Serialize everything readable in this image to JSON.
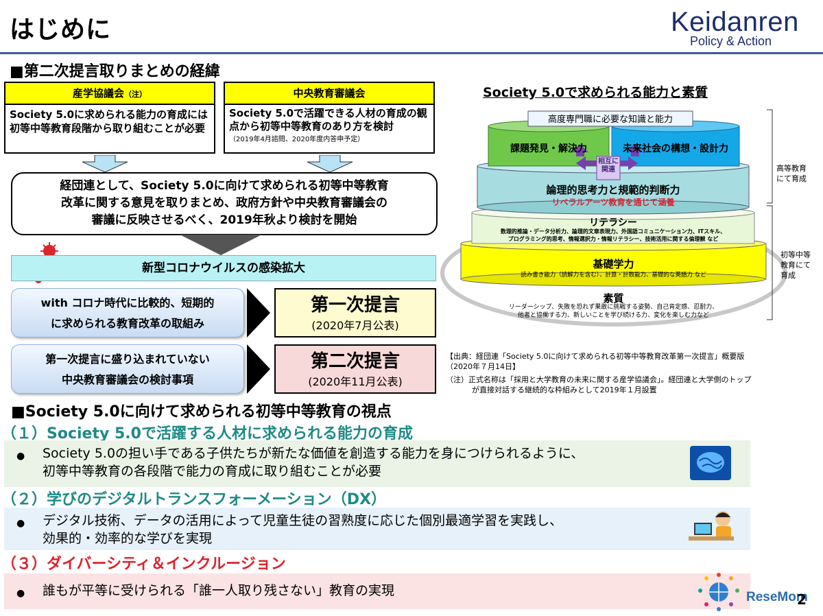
{
  "header": {
    "title": "はじめに",
    "logo_main": "Keidanren",
    "logo_sub": "Policy & Action"
  },
  "section1": {
    "heading": "■第二次提言取りまとめの経緯",
    "box_left": {
      "head": "産学協議会",
      "head_note": "（注）",
      "body": "Society 5.0に求められる能力の育成には初等中等教育段階から取り組むことが必要"
    },
    "box_right": {
      "head": "中央教育審議会",
      "body": "Society 5.0で活躍できる人材の育成の観点から初等中等教育のあり方を検討",
      "note": "（2019年4月諮問、2020年度内答申予定）"
    },
    "main_box": {
      "line1": "経団連として、Society 5.0に向けて求められる初等中等教育",
      "line2": "改革に関する意見を取りまとめ、政府方針や中央教育審議会の",
      "line3": "審議に反映させるべく、2019年秋より検討を開始"
    },
    "corona": "新型コロナウイルスの感染拡大",
    "row1": {
      "left_l1": "with コロナ時代に比較的、短期的",
      "left_l2": "に求められる教育改革の取組み",
      "right_main": "第一次提言",
      "right_sub": "(2020年7月公表)"
    },
    "row2": {
      "left_l1": "第一次提言に盛り込まれていない",
      "left_l2": "中央教育審議会の検討事項",
      "right_main": "第二次提言",
      "right_sub": "(2020年11月公表)"
    }
  },
  "diagram": {
    "title": "Society 5.0で求められる能力と素質",
    "top_label": "高度専門職に必要な知識と能力",
    "green": "課題発見・解決力",
    "blue": "未来社会の構想・設計力",
    "mutual_l1": "相互に",
    "mutual_l2": "関連",
    "tier2_main": "論理的思考力と規範的判断力",
    "tier2_sub": "リベラルアーツ教育を通じて涵養",
    "tier3_main": "リテラシー",
    "tier3_l1": "数理的推論・データ分析力、論理的文章表現力、外国語コミュニケーション力、ITスキル、",
    "tier3_l2": "プログラミング的思考、情報選択力・情報リテラシー、技術活用に関する倫理観 など",
    "tier4_main": "基礎学力",
    "tier4_sub": "読み書き能力（読解力を含む）、計算・計数能力、基礎的な英語力 など",
    "base_main": "素質",
    "base_l1": "リーダーシップ、失敗を恐れず果敢に挑戦する姿勢、自己肯定感、忍耐力、",
    "base_l2": "他者と協働する力、新しいことを学び続ける力、変化を楽しむ力など",
    "side_high_l1": "高等教育",
    "side_high_l2": "にて育成",
    "side_low_l1": "初等中等",
    "side_low_l2": "教育にて",
    "side_low_l3": "育成"
  },
  "source": {
    "line1": "【出典：経団連「Society 5.0に向けて求められる初等中等教育改革第一次提言」概要版",
    "line2": "（2020年７月14日】",
    "note_l1": "（注）正式名称は「採用と大学教育の未来に関する産学協議会」。経団連と大学側のトップ",
    "note_l2": "が直接対話する継続的な枠組みとして2019年１月設置"
  },
  "section2": {
    "heading": "■Society 5.0に向けて求められる初等中等教育の視点",
    "p1_heading": "（１）Society 5.0で活躍する人材に求められる能力の育成",
    "p1_l1": "Society 5.0の担い手である子供たちが新たな価値を創造する能力を身につけられるように、",
    "p1_l2": "初等中等教育の各段階で能力の育成に取り組むことが必要",
    "p2_heading": "（２）学びのデジタルトランスフォーメーション（DX）",
    "p2_l1": "デジタル技術、データの活用によって児童生徒の習熟度に応じた個別最適学習を実践し、",
    "p2_l2": "効果的・効率的な学びを実現",
    "p3_heading": "（３）ダイバーシティ＆インクルージョン",
    "p3_l1": "誰もが平等に受けられる「誰一人取り残さない」教育の実現",
    "bullet": "●"
  },
  "footer": {
    "page": "2",
    "watermark": "ReseMom"
  },
  "colors": {
    "yellow": "#ffff00",
    "cyan_bar": "#b9f2f5",
    "pink_box": "#f8d9d9",
    "light_yellow": "#fffbd0",
    "teal_heading": "#1e8a85",
    "red_heading": "#e0202a",
    "logo_navy": "#1f2d6e"
  }
}
